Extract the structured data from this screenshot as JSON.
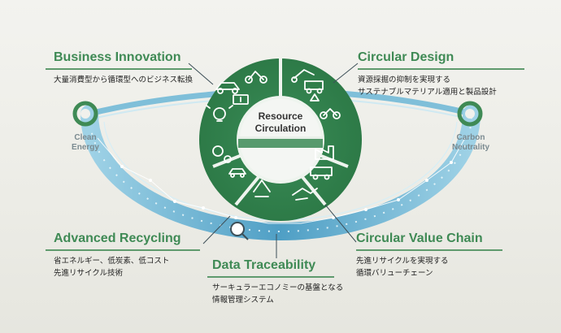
{
  "center": {
    "line1": "Resource",
    "line2": "Circulation"
  },
  "left_node": {
    "line1": "Clean",
    "line2": "Energy"
  },
  "right_node": {
    "line1": "Carbon",
    "line2": "Neutrality"
  },
  "blocks": [
    {
      "key": "business",
      "title": "Business Innovation",
      "desc": [
        "大量消費型から循環型へのビジネス転換"
      ]
    },
    {
      "key": "design",
      "title": "Circular Design",
      "desc": [
        "資源採掘の抑制を実現する",
        "サステナブルマテリアル適用と製品設計"
      ]
    },
    {
      "key": "recycling",
      "title": "Advanced Recycling",
      "desc": [
        "省エネルギー、低炭素、低コスト",
        "先進リサイクル技術"
      ]
    },
    {
      "key": "traceability",
      "title": "Data Traceability",
      "desc": [
        "サーキュラーエコノミーの基盤となる",
        "情報管理システム"
      ]
    },
    {
      "key": "valuechain",
      "title": "Circular Value Chain",
      "desc": [
        "先進リサイクルを実現する",
        "循環バリューチェーン"
      ]
    }
  ],
  "colors": {
    "green_dark": "#2e7d48",
    "green": "#3f8a55",
    "ring_blue": "#4fa3c6",
    "ring_light": "#bfe3ef"
  }
}
